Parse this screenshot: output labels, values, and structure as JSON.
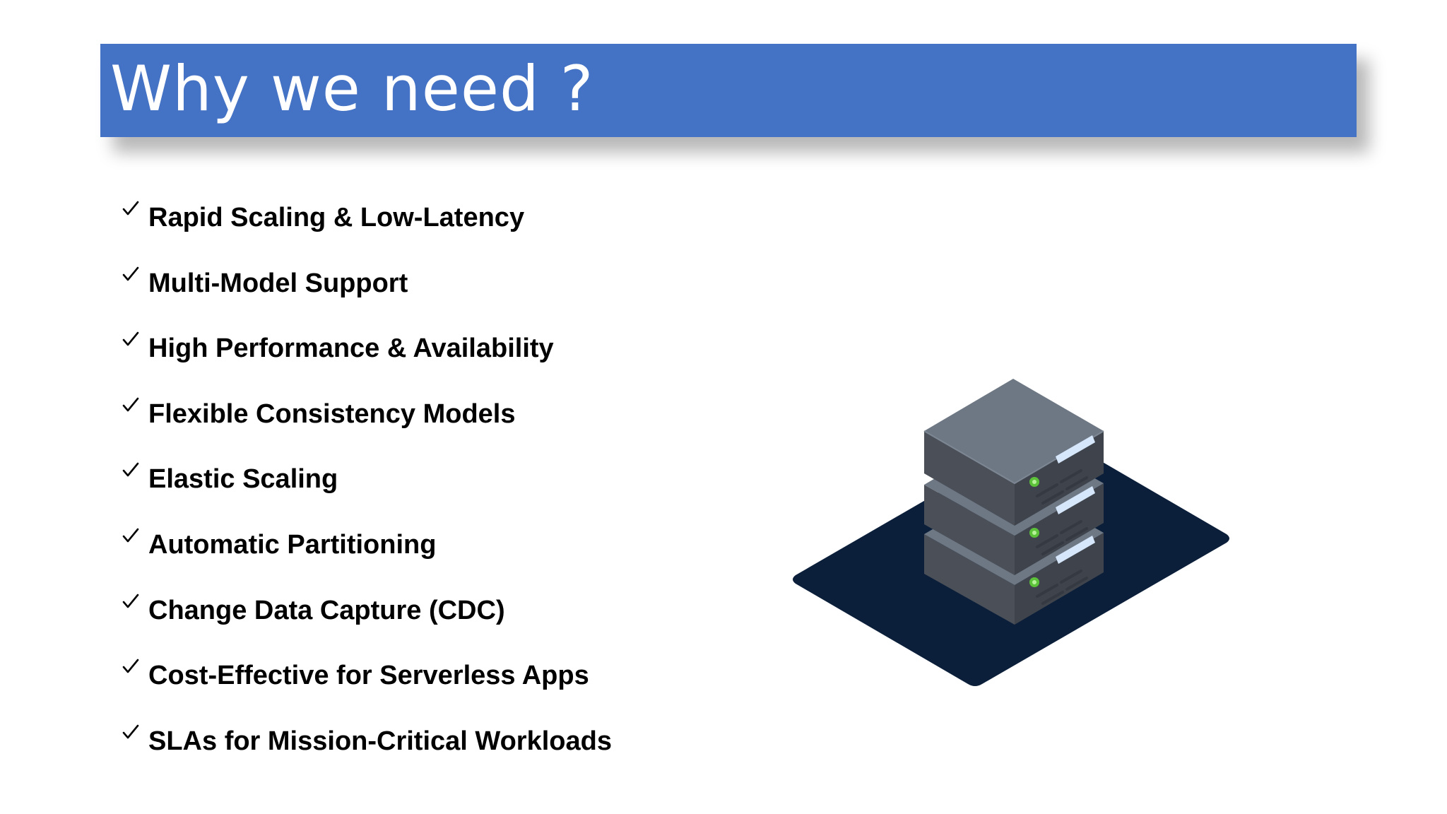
{
  "slide": {
    "title": "Why we need ?",
    "bullets": [
      "Rapid Scaling & Low-Latency",
      "Multi-Model Support",
      "High Performance & Availability",
      "Flexible Consistency Models",
      "Elastic Scaling",
      "Automatic Partitioning",
      "Change Data Capture (CDC)",
      "Cost-Effective for Serverless Apps",
      "SLAs for Mission-Critical Workloads"
    ],
    "bullet_icon": "checkmark-icon",
    "illustration_icon": "server-stack-icon"
  },
  "colors": {
    "title_bar": "#4472c4",
    "title_text": "#ffffff",
    "bullet_text": "#000000",
    "platform": "#0b1f3a",
    "server_top": "#6e7885",
    "server_side": "#4a4f58",
    "indicator_light": "#5cc23a",
    "slot_highlight": "#d6e6fb"
  }
}
